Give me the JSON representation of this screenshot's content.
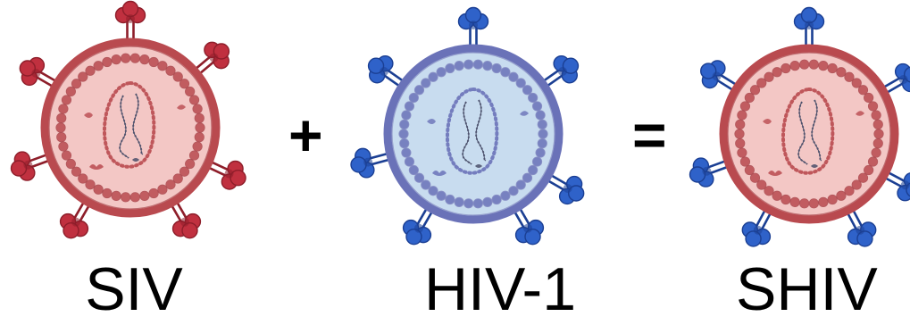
{
  "viruses": [
    {
      "key": "siv",
      "label": "SIV",
      "membrane": "#b94a4f",
      "fill": "#f3c7c5",
      "rim": "#a8444a",
      "spike": "#c0303f",
      "spike_dark": "#8e1e2a"
    },
    {
      "key": "hiv",
      "label": "HIV-1",
      "membrane": "#6a72b8",
      "fill": "#c8dcef",
      "rim": "#7f84bf",
      "spike": "#2f62c9",
      "spike_dark": "#1b3f93"
    },
    {
      "key": "shiv",
      "label": "SHIV",
      "membrane": "#b94a4f",
      "fill": "#f3c7c5",
      "rim": "#a8444a",
      "spike": "#2f62c9",
      "spike_dark": "#1b3f93"
    }
  ],
  "operators": {
    "plus": "+",
    "equals": "="
  }
}
